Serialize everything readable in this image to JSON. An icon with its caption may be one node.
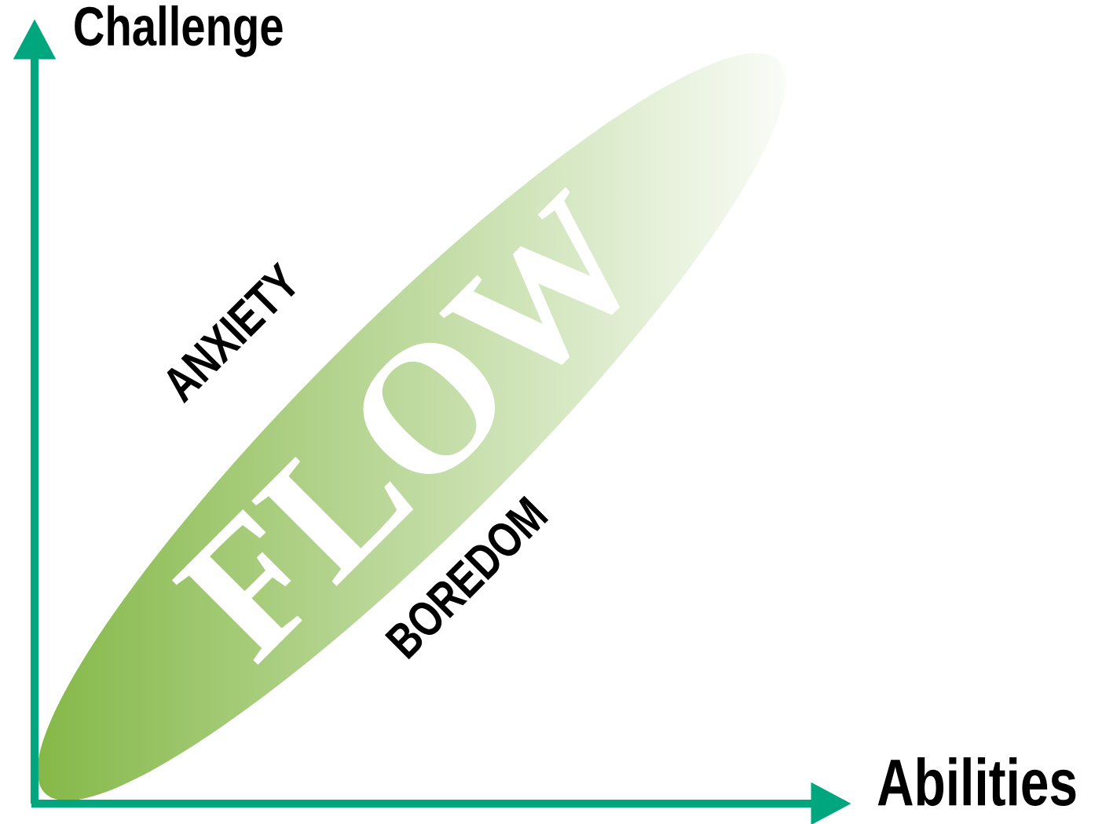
{
  "diagram": {
    "nodes": [
      {
        "text": [
          "FLOW"
        ]
      }
    ],
    "labels": [
      "Challenge",
      "ANXIETY",
      "BOREDOM",
      "Abilities"
    ]
  }
}
